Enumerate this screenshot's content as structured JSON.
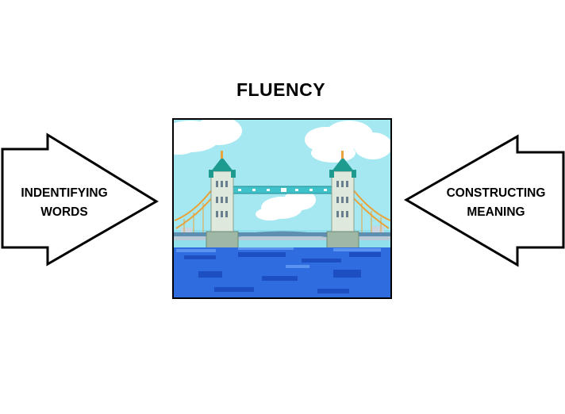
{
  "diagram": {
    "title": "FLUENCY",
    "left_arrow": {
      "line1": "INDENTIFYING",
      "line2": "WORDS"
    },
    "right_arrow": {
      "line1": "CONSTRUCTING",
      "line2": "MEANING"
    },
    "picture": {
      "icon": "tower-bridge-clipart"
    }
  },
  "colors": {
    "sky": "#8fe0ec",
    "water": "#2e6ce0",
    "tower_stone": "#dfe8dc",
    "tower_roof": "#1e9b8f",
    "walkway": "#3fc1c9",
    "cable": "#e8a33a"
  }
}
